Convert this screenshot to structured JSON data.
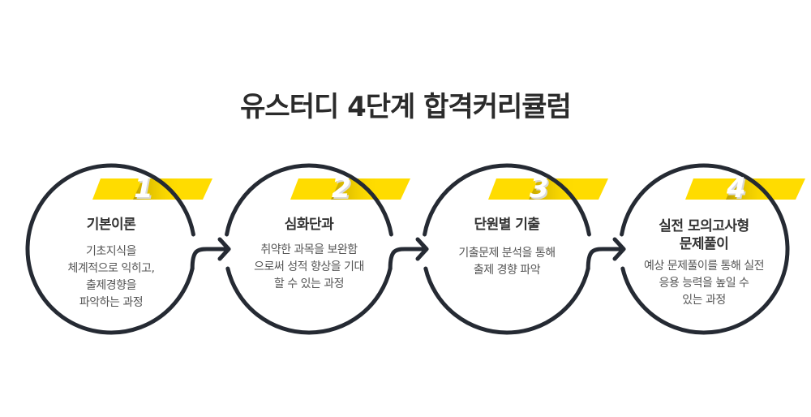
{
  "title": "유스터디 4단계 합격커리큘럼",
  "colors": {
    "accent": "#FFDC00",
    "stroke": "#252A33"
  },
  "steps": [
    {
      "number": "1",
      "heading": "기본이론",
      "body": "기초지식을\n체계적으로 익히고,\n출제경향을\n파악하는 과정"
    },
    {
      "number": "2",
      "heading": "심화단과",
      "body": "취약한 과목을 보완함\n으로써 성적 향상을 기대\n할 수 있는 과정"
    },
    {
      "number": "3",
      "heading": "단원별 기출",
      "body": "기출문제 분석을 통해\n출제 경향 파악"
    },
    {
      "number": "4",
      "heading": "실전 모의고사형\n문제풀이",
      "body": "예상 문제풀이를 통해 실전\n응용 능력을 높일 수\n있는 과정"
    }
  ]
}
